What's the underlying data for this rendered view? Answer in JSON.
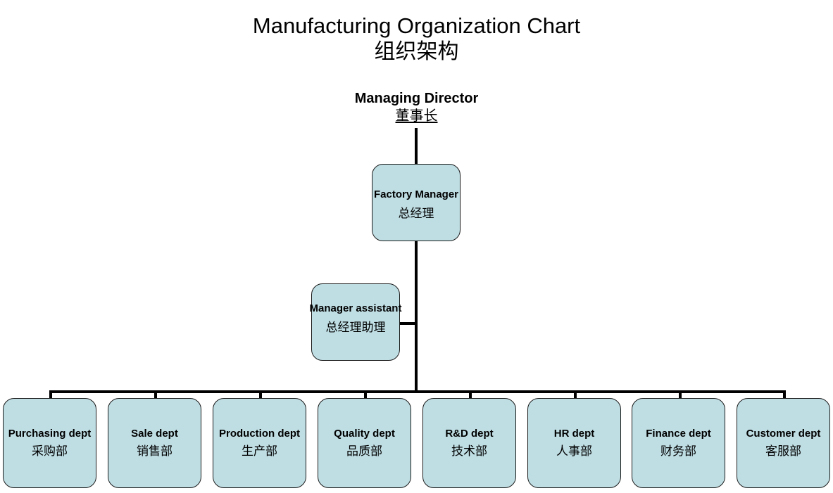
{
  "title": {
    "main": "Manufacturing Organization Chart",
    "sub": "组织架构"
  },
  "colors": {
    "box_fill": "#bfdee4",
    "box_border": "#1b1b1b",
    "line": "#000000",
    "text": "#000000",
    "background": "#ffffff"
  },
  "chart_data": {
    "type": "diagram",
    "diagram_kind": "organization-chart",
    "orientation": "top-down",
    "title": "Manufacturing Organization Chart",
    "subtitle": "组织架构",
    "nodes": [
      {
        "id": "managing-director",
        "label_en": "Managing Director",
        "label_cn": "董事长",
        "level": 0,
        "boxed": false
      },
      {
        "id": "factory-manager",
        "label_en": "Factory Manager",
        "label_cn": "总经理",
        "level": 1,
        "boxed": true
      },
      {
        "id": "manager-assistant",
        "label_en": "Manager assistant",
        "label_cn": "总经理助理",
        "level": 2,
        "boxed": true,
        "staff": true
      },
      {
        "id": "purchasing-dept",
        "label_en": "Purchasing dept",
        "label_cn": "采购部",
        "level": 3,
        "boxed": true
      },
      {
        "id": "sale-dept",
        "label_en": "Sale dept",
        "label_cn": "销售部",
        "level": 3,
        "boxed": true
      },
      {
        "id": "production-dept",
        "label_en": "Production dept",
        "label_cn": "生产部",
        "level": 3,
        "boxed": true
      },
      {
        "id": "quality-dept",
        "label_en": "Quality dept",
        "label_cn": "品质部",
        "level": 3,
        "boxed": true
      },
      {
        "id": "rd-dept",
        "label_en": "R&D dept",
        "label_cn": "技术部",
        "level": 3,
        "boxed": true
      },
      {
        "id": "hr-dept",
        "label_en": "HR dept",
        "label_cn": "人事部",
        "level": 3,
        "boxed": true
      },
      {
        "id": "finance-dept",
        "label_en": "Finance dept",
        "label_cn": "财务部",
        "level": 3,
        "boxed": true
      },
      {
        "id": "customer-dept",
        "label_en": "Customer dept",
        "label_cn": "客服部",
        "level": 3,
        "boxed": true
      }
    ],
    "edges": [
      {
        "from": "managing-director",
        "to": "factory-manager"
      },
      {
        "from": "factory-manager",
        "to": "manager-assistant"
      },
      {
        "from": "factory-manager",
        "to": "purchasing-dept"
      },
      {
        "from": "factory-manager",
        "to": "sale-dept"
      },
      {
        "from": "factory-manager",
        "to": "production-dept"
      },
      {
        "from": "factory-manager",
        "to": "quality-dept"
      },
      {
        "from": "factory-manager",
        "to": "rd-dept"
      },
      {
        "from": "factory-manager",
        "to": "hr-dept"
      },
      {
        "from": "factory-manager",
        "to": "finance-dept"
      },
      {
        "from": "factory-manager",
        "to": "customer-dept"
      }
    ]
  },
  "root": {
    "label_en": "Managing Director",
    "label_cn": "董事长"
  },
  "factory_manager": {
    "label_en": "Factory Manager",
    "label_cn": "总经理"
  },
  "manager_assistant": {
    "label_en": "Manager assistant",
    "label_cn": "总经理助理"
  },
  "departments": [
    {
      "label_en": "Purchasing dept",
      "label_cn": "采购部"
    },
    {
      "label_en": "Sale dept",
      "label_cn": "销售部"
    },
    {
      "label_en": "Production dept",
      "label_cn": "生产部"
    },
    {
      "label_en": "Quality dept",
      "label_cn": "品质部"
    },
    {
      "label_en": "R&D dept",
      "label_cn": "技术部"
    },
    {
      "label_en": "HR dept",
      "label_cn": "人事部"
    },
    {
      "label_en": "Finance dept",
      "label_cn": "财务部"
    },
    {
      "label_en": "Customer dept",
      "label_cn": "客服部"
    }
  ]
}
